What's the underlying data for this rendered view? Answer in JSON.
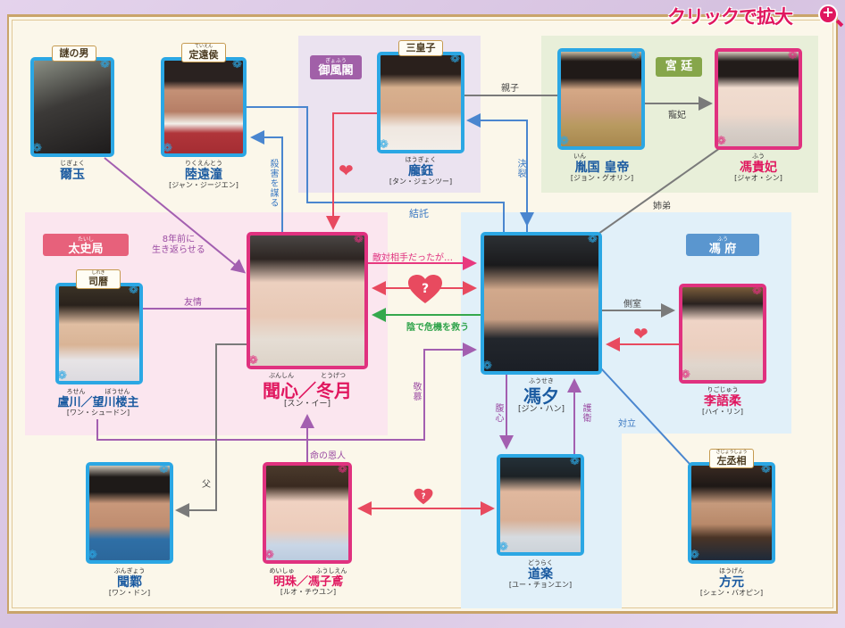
{
  "header": {
    "zoom_label": "クリックで拡大",
    "zoom_icon": "magnify-plus-icon"
  },
  "groups": {
    "gofu": {
      "ruby": "ぎょふう",
      "label": "御風閣"
    },
    "kyutei": {
      "label": "宮 廷"
    },
    "taishi": {
      "ruby": "たいし",
      "label": "太史局"
    },
    "fufu": {
      "ruby": "ふう",
      "label": "馮 府"
    }
  },
  "characters": {
    "jigyoku": {
      "role": "謎の男",
      "ruby": "じぎょく",
      "name": "爾玉",
      "actor": ""
    },
    "rikuentou": {
      "role_ruby": "ていえん",
      "role": "定遠侯",
      "ruby": "りくえんとう",
      "name": "陸遠潼",
      "actor": "[ジャン・ジージエン]"
    },
    "hougyoku": {
      "role": "三皇子",
      "ruby": "ほうぎょく",
      "name": "龐鈺",
      "actor": "[タン・ジェンツー]"
    },
    "emperor": {
      "ruby": "いん",
      "name": "胤国 皇帝",
      "actor": "[ジョン・グオリン]"
    },
    "fukihi": {
      "ruby": "ふう",
      "name": "馮貴妃",
      "actor": "[ジャオ・シン]"
    },
    "rosen": {
      "role_ruby": "しれき",
      "role": "司暦",
      "ruby1": "ろせん",
      "ruby2": "ぼうせん",
      "name": "盧川／望川楼主",
      "actor": "[ワン・シュードン]"
    },
    "bunshin": {
      "ruby1": "ぶんしん",
      "ruby2": "とうげつ",
      "name": "聞心／冬月",
      "actor": "[スン・イー]"
    },
    "fuseki": {
      "ruby": "ふうせき",
      "name": "馮夕",
      "actor": "[ジン・ハン]"
    },
    "rigojuu": {
      "ruby": "りごじゅう",
      "name": "李語柔",
      "actor": "[ハイ・リン]"
    },
    "bungyou": {
      "ruby": "ぶんぎょう",
      "name": "聞鄴",
      "actor": "[ワン・ドン]"
    },
    "meishu": {
      "ruby1": "めいしゅ",
      "ruby2": "ふうしえん",
      "name": "明珠／馮子鳶",
      "actor": "[ルオ・チウユン]"
    },
    "douraku": {
      "ruby": "どうらく",
      "name": "道楽",
      "actor": "[ユー・チョンエン]"
    },
    "hougen": {
      "role_ruby": "さじょうしょう",
      "role": "左丞相",
      "ruby": "ほうげん",
      "name": "方元",
      "actor": "[シェン・バオピン]"
    }
  },
  "relations": {
    "satsugai": "殺害を謀る",
    "ketsuretsu": "決裂",
    "oyako": "親子",
    "chouhi": "寵妃",
    "ketsutaku": "結託",
    "shitei": "姉弟",
    "yomigaeri_1": "8年前に",
    "yomigaeri_2": "生き返らせる",
    "yuujou": "友情",
    "tekitai": "敵対相手だったが…",
    "question": "?",
    "kage": "陰で危機を救う",
    "sokushitsu": "側室",
    "keibo": "敬慕",
    "fukushin": "腹心",
    "goei": "護衛",
    "tairitsu": "対立",
    "chichi": "父",
    "onjin": "命の恩人"
  },
  "colors": {
    "blue_frame": "#2ba7e4",
    "pink_frame": "#e0317f",
    "line_blue": "#4a86cf",
    "line_purple": "#a35fb0",
    "line_pink": "#e8397f",
    "line_red": "#e84a5f",
    "line_green": "#35a84d",
    "line_gray": "#7a7a7a"
  }
}
